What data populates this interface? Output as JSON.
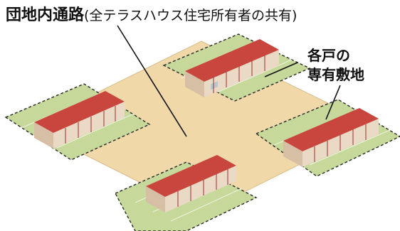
{
  "title_bold": "団地内通路",
  "title_rest": "(全テラスハウス住宅所有者の共有)",
  "label_line1": "各戸の",
  "label_line2": "専有敷地",
  "colors": {
    "road": "#f0d8a8",
    "lot": "#c6d99a",
    "lot_dash": "#2a2a2a",
    "roof": "#c8463e",
    "roof_dark": "#9b2f2a",
    "wall": "#ead9c5",
    "wall_side": "#d6bfa5",
    "window": "#b9c7cf"
  },
  "icons": [
    "terrace-house-cluster-top",
    "terrace-house-cluster-left",
    "terrace-house-cluster-right",
    "terrace-house-cluster-bottom"
  ]
}
